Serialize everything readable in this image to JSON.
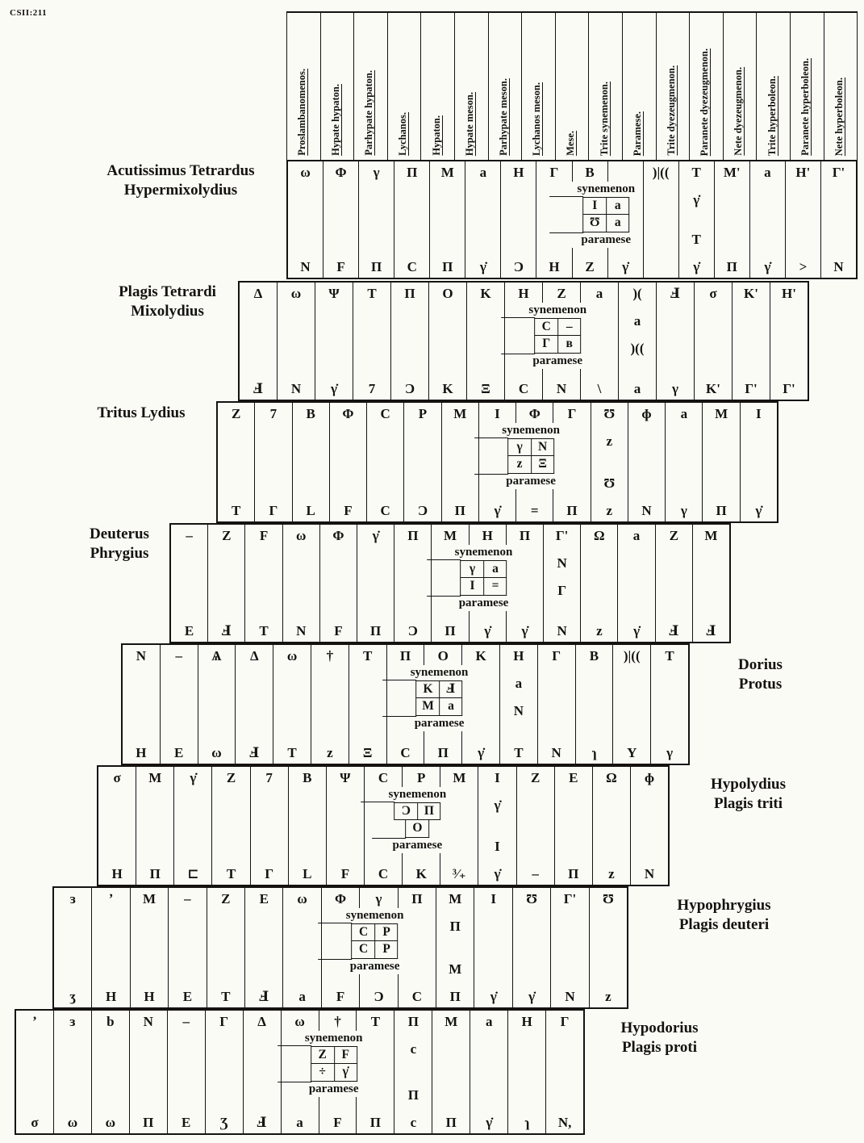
{
  "page": {
    "corner_label": "CSII:211"
  },
  "inset_labels": {
    "synemenon": "synemenon",
    "paramese": "paramese"
  },
  "header": {
    "columns": [
      "Proslambanomenos.",
      "Hypate hypaton.",
      "Parhypate hypaton.",
      "Lychanos.",
      "Hypaton.",
      "Hypate meson.",
      "Parhypate meson.",
      "Lychanos meson.",
      "Mese.",
      "Trite synemenon.",
      "Paramese.",
      "Trite dyezeugmenon.",
      "Paranete dyezeugmenon.",
      "Nete dyezeugmenon.",
      "Trite hyperboleon.",
      "Paranete hyperboleon.",
      "Nete hyperboleon."
    ]
  },
  "bands": [
    {
      "label_lines": [
        "Acutissimus Tetrardus",
        "Hypermixolydius"
      ],
      "label_side": "left",
      "columns": [
        {
          "t": [
            "ω"
          ],
          "b": [
            "N"
          ]
        },
        {
          "t": [
            "Φ"
          ],
          "b": [
            "F"
          ]
        },
        {
          "t": [
            "γ"
          ],
          "b": [
            "Π"
          ]
        },
        {
          "t": [
            "Π"
          ],
          "b": [
            "C"
          ]
        },
        {
          "t": [
            "M"
          ],
          "b": [
            "Π"
          ]
        },
        {
          "t": [
            "a"
          ],
          "b": [
            "γ̇"
          ]
        },
        {
          "t": [
            "H"
          ],
          "b": [
            "Ɔ"
          ]
        },
        {
          "t": [
            "Γ"
          ],
          "b": [
            "H"
          ]
        },
        {
          "t": [
            "B"
          ],
          "b": [
            "Z"
          ]
        },
        {
          "t": [],
          "b": [
            "γ̇"
          ]
        },
        {
          "t": [
            ")|(("
          ],
          "b": []
        },
        {
          "t": [
            "T",
            "γ̇"
          ],
          "b": [
            "T",
            "γ̇"
          ]
        },
        {
          "t": [
            "M'"
          ],
          "b": [
            "Π"
          ]
        },
        {
          "t": [
            "a"
          ],
          "b": [
            "γ̇"
          ]
        },
        {
          "t": [
            "H'"
          ],
          "b": [
            ">"
          ]
        },
        {
          "t": [
            "Γ'"
          ],
          "b": [
            "N"
          ]
        }
      ],
      "inset": {
        "syn_cells": [
          "I",
          "a"
        ],
        "par_cells": [
          "Ʊ",
          "a"
        ]
      }
    },
    {
      "label_lines": [
        "Plagis Tetrardi",
        "Mixolydius"
      ],
      "label_side": "left",
      "columns": [
        {
          "t": [
            "Δ"
          ],
          "b": [
            "Ⅎ"
          ]
        },
        {
          "t": [
            "ω"
          ],
          "b": [
            "N"
          ]
        },
        {
          "t": [
            "Ψ"
          ],
          "b": [
            "γ̇"
          ]
        },
        {
          "t": [
            "T"
          ],
          "b": [
            "7"
          ]
        },
        {
          "t": [
            "Π"
          ],
          "b": [
            "Ɔ"
          ]
        },
        {
          "t": [
            "O"
          ],
          "b": [
            "K"
          ]
        },
        {
          "t": [
            "K"
          ],
          "b": [
            "Ξ"
          ]
        },
        {
          "t": [
            "H"
          ],
          "b": [
            "C"
          ]
        },
        {
          "t": [
            "Z"
          ],
          "b": [
            "N"
          ]
        },
        {
          "t": [
            "a"
          ],
          "b": [
            "\\"
          ]
        },
        {
          "t": [
            ")(",
            "a",
            ")(("
          ],
          "b": [
            "a"
          ]
        },
        {
          "t": [
            "Ⅎ"
          ],
          "b": [
            "γ"
          ]
        },
        {
          "t": [
            "σ"
          ],
          "b": [
            "K'"
          ]
        },
        {
          "t": [
            "K'"
          ],
          "b": [
            "Γ'"
          ]
        },
        {
          "t": [
            "H'"
          ],
          "b": [
            "Γ'"
          ]
        }
      ],
      "inset": {
        "syn_cells": [
          "C",
          "–"
        ],
        "par_cells": [
          "Γ",
          "ʙ"
        ]
      }
    },
    {
      "label_lines": [
        "Tritus Lydius"
      ],
      "label_side": "left",
      "columns": [
        {
          "t": [
            "Z"
          ],
          "b": [
            "T"
          ]
        },
        {
          "t": [
            "7"
          ],
          "b": [
            "Γ"
          ]
        },
        {
          "t": [
            "B"
          ],
          "b": [
            "L"
          ]
        },
        {
          "t": [
            "Φ"
          ],
          "b": [
            "F"
          ]
        },
        {
          "t": [
            "C"
          ],
          "b": [
            "C"
          ]
        },
        {
          "t": [
            "P"
          ],
          "b": [
            "Ɔ"
          ]
        },
        {
          "t": [
            "M"
          ],
          "b": [
            "Π"
          ]
        },
        {
          "t": [
            "I"
          ],
          "b": [
            "γ̇"
          ]
        },
        {
          "t": [
            "Φ"
          ],
          "b": [
            "="
          ]
        },
        {
          "t": [
            "Γ"
          ],
          "b": [
            "Π"
          ]
        },
        {
          "t": [
            "Ʊ",
            "z"
          ],
          "b": [
            "Ʊ",
            "z"
          ]
        },
        {
          "t": [
            "ɸ"
          ],
          "b": [
            "N"
          ]
        },
        {
          "t": [
            "a"
          ],
          "b": [
            "γ"
          ]
        },
        {
          "t": [
            "M"
          ],
          "b": [
            "Π"
          ]
        },
        {
          "t": [
            "I"
          ],
          "b": [
            "γ̇"
          ]
        }
      ],
      "inset": {
        "syn_cells": [
          "γ",
          "N"
        ],
        "par_cells": [
          "z",
          "Ξ"
        ]
      }
    },
    {
      "label_lines": [
        "Deuterus",
        "Phrygius"
      ],
      "label_side": "left",
      "columns": [
        {
          "t": [
            "–"
          ],
          "b": [
            "E"
          ]
        },
        {
          "t": [
            "Z"
          ],
          "b": [
            "Ⅎ"
          ]
        },
        {
          "t": [
            "F"
          ],
          "b": [
            "T"
          ]
        },
        {
          "t": [
            "ω"
          ],
          "b": [
            "N"
          ]
        },
        {
          "t": [
            "Φ"
          ],
          "b": [
            "F"
          ]
        },
        {
          "t": [
            "γ̇"
          ],
          "b": [
            "Π"
          ]
        },
        {
          "t": [
            "Π"
          ],
          "b": [
            "Ɔ"
          ]
        },
        {
          "t": [
            "M"
          ],
          "b": [
            "Π"
          ]
        },
        {
          "t": [
            "H"
          ],
          "b": [
            "γ̇"
          ]
        },
        {
          "t": [
            "Π"
          ],
          "b": [
            "γ̇"
          ]
        },
        {
          "t": [
            "Γ'",
            "N",
            "Γ"
          ],
          "b": [
            "N"
          ]
        },
        {
          "t": [
            "Ω"
          ],
          "b": [
            "z"
          ]
        },
        {
          "t": [
            "a"
          ],
          "b": [
            "γ̇"
          ]
        },
        {
          "t": [
            "Z"
          ],
          "b": [
            "Ⅎ"
          ]
        },
        {
          "t": [
            "M"
          ],
          "b": [
            "Ⅎ"
          ]
        }
      ],
      "inset": {
        "syn_cells": [
          "γ",
          "a"
        ],
        "par_cells": [
          "I",
          "="
        ]
      }
    },
    {
      "label_lines": [
        "Dorius",
        "Protus"
      ],
      "label_side": "right",
      "columns": [
        {
          "t": [
            "N"
          ],
          "b": [
            "H"
          ]
        },
        {
          "t": [
            "–"
          ],
          "b": [
            "E"
          ]
        },
        {
          "t": [
            "Ѧ"
          ],
          "b": [
            "ω"
          ]
        },
        {
          "t": [
            "Δ"
          ],
          "b": [
            "Ⅎ"
          ]
        },
        {
          "t": [
            "ω"
          ],
          "b": [
            "T"
          ]
        },
        {
          "t": [
            "†"
          ],
          "b": [
            "z"
          ]
        },
        {
          "t": [
            "T"
          ],
          "b": [
            "Ξ"
          ]
        },
        {
          "t": [
            "Π"
          ],
          "b": [
            "C"
          ]
        },
        {
          "t": [
            "O"
          ],
          "b": [
            "Π"
          ]
        },
        {
          "t": [
            "K"
          ],
          "b": [
            "γ̇"
          ]
        },
        {
          "t": [
            "H",
            "a",
            "N"
          ],
          "b": [
            "T"
          ]
        },
        {
          "t": [
            "Γ"
          ],
          "b": [
            "N"
          ]
        },
        {
          "t": [
            "B"
          ],
          "b": [
            "ɿ"
          ]
        },
        {
          "t": [
            ")|(("
          ],
          "b": [
            "Υ"
          ]
        },
        {
          "t": [
            "T"
          ],
          "b": [
            "γ"
          ]
        }
      ],
      "inset": {
        "syn_cells": [
          "K",
          "Ⅎ"
        ],
        "par_cells": [
          "M",
          "a"
        ]
      }
    },
    {
      "label_lines": [
        "Hypolydius",
        "Plagis triti"
      ],
      "label_side": "right",
      "columns": [
        {
          "t": [
            "σ"
          ],
          "b": [
            "H"
          ]
        },
        {
          "t": [
            "M"
          ],
          "b": [
            "Π"
          ]
        },
        {
          "t": [
            "γ̇"
          ],
          "b": [
            "⊏"
          ]
        },
        {
          "t": [
            "Z"
          ],
          "b": [
            "T"
          ]
        },
        {
          "t": [
            "7"
          ],
          "b": [
            "Γ"
          ]
        },
        {
          "t": [
            "B"
          ],
          "b": [
            "L"
          ]
        },
        {
          "t": [
            "Ψ"
          ],
          "b": [
            "F"
          ]
        },
        {
          "t": [
            "C"
          ],
          "b": [
            "C"
          ]
        },
        {
          "t": [
            "P"
          ],
          "b": [
            "K"
          ]
        },
        {
          "t": [
            "M"
          ],
          "b": [
            "³⁄₊"
          ]
        },
        {
          "t": [
            "I",
            "γ̇"
          ],
          "b": [
            "I",
            "γ̇"
          ]
        },
        {
          "t": [
            "Z"
          ],
          "b": [
            "–"
          ]
        },
        {
          "t": [
            "E"
          ],
          "b": [
            "Π"
          ]
        },
        {
          "t": [
            "Ω"
          ],
          "b": [
            "z"
          ]
        },
        {
          "t": [
            "ɸ"
          ],
          "b": [
            "N"
          ]
        }
      ],
      "inset": {
        "syn_cells": [
          "Ɔ",
          "Π"
        ],
        "par_cells": [
          "O"
        ]
      }
    },
    {
      "label_lines": [
        "Hypophrygius",
        "Plagis deuteri"
      ],
      "label_side": "right",
      "columns": [
        {
          "t": [
            "ɜ"
          ],
          "b": [
            "ʒ"
          ]
        },
        {
          "t": [
            "ʼ"
          ],
          "b": [
            "H"
          ]
        },
        {
          "t": [
            "M"
          ],
          "b": [
            "H"
          ]
        },
        {
          "t": [
            "–"
          ],
          "b": [
            "E"
          ]
        },
        {
          "t": [
            "Z"
          ],
          "b": [
            "T"
          ]
        },
        {
          "t": [
            "E"
          ],
          "b": [
            "Ⅎ"
          ]
        },
        {
          "t": [
            "ω"
          ],
          "b": [
            "a"
          ]
        },
        {
          "t": [
            "Φ"
          ],
          "b": [
            "F"
          ]
        },
        {
          "t": [
            "γ"
          ],
          "b": [
            "Ɔ"
          ]
        },
        {
          "t": [
            "Π"
          ],
          "b": [
            "C"
          ]
        },
        {
          "t": [
            "M",
            "Π"
          ],
          "b": [
            "M",
            "Π"
          ]
        },
        {
          "t": [
            "I"
          ],
          "b": [
            "γ̇"
          ]
        },
        {
          "t": [
            "Ʊ"
          ],
          "b": [
            "γ̇"
          ]
        },
        {
          "t": [
            "Γ'"
          ],
          "b": [
            "N"
          ]
        },
        {
          "t": [
            "Ʊ"
          ],
          "b": [
            "z"
          ]
        }
      ],
      "inset": {
        "syn_cells": [
          "C",
          "P"
        ],
        "par_cells": [
          "C",
          "P"
        ]
      }
    },
    {
      "label_lines": [
        "Hypodorius",
        "Plagis proti"
      ],
      "label_side": "right",
      "columns": [
        {
          "t": [
            "ʼ"
          ],
          "b": [
            "σ"
          ]
        },
        {
          "t": [
            "ɜ"
          ],
          "b": [
            "ω"
          ]
        },
        {
          "t": [
            "b"
          ],
          "b": [
            "ω"
          ]
        },
        {
          "t": [
            "N"
          ],
          "b": [
            "Π"
          ]
        },
        {
          "t": [
            "–"
          ],
          "b": [
            "E"
          ]
        },
        {
          "t": [
            "Γ"
          ],
          "b": [
            "Ʒ"
          ]
        },
        {
          "t": [
            "Δ"
          ],
          "b": [
            "Ⅎ"
          ]
        },
        {
          "t": [
            "ω"
          ],
          "b": [
            "a"
          ]
        },
        {
          "t": [
            "†"
          ],
          "b": [
            "F"
          ]
        },
        {
          "t": [
            "T"
          ],
          "b": [
            "Π"
          ]
        },
        {
          "t": [
            "Π",
            "c"
          ],
          "b": [
            "Π",
            "c"
          ]
        },
        {
          "t": [
            "M"
          ],
          "b": [
            "Π"
          ]
        },
        {
          "t": [
            "a"
          ],
          "b": [
            "γ̇"
          ]
        },
        {
          "t": [
            "H"
          ],
          "b": [
            "ɿ"
          ]
        },
        {
          "t": [
            "Γ"
          ],
          "b": [
            "N,"
          ]
        }
      ],
      "inset": {
        "syn_cells": [
          "Z",
          "F"
        ],
        "par_cells": [
          "÷",
          "γ̇"
        ]
      }
    }
  ]
}
